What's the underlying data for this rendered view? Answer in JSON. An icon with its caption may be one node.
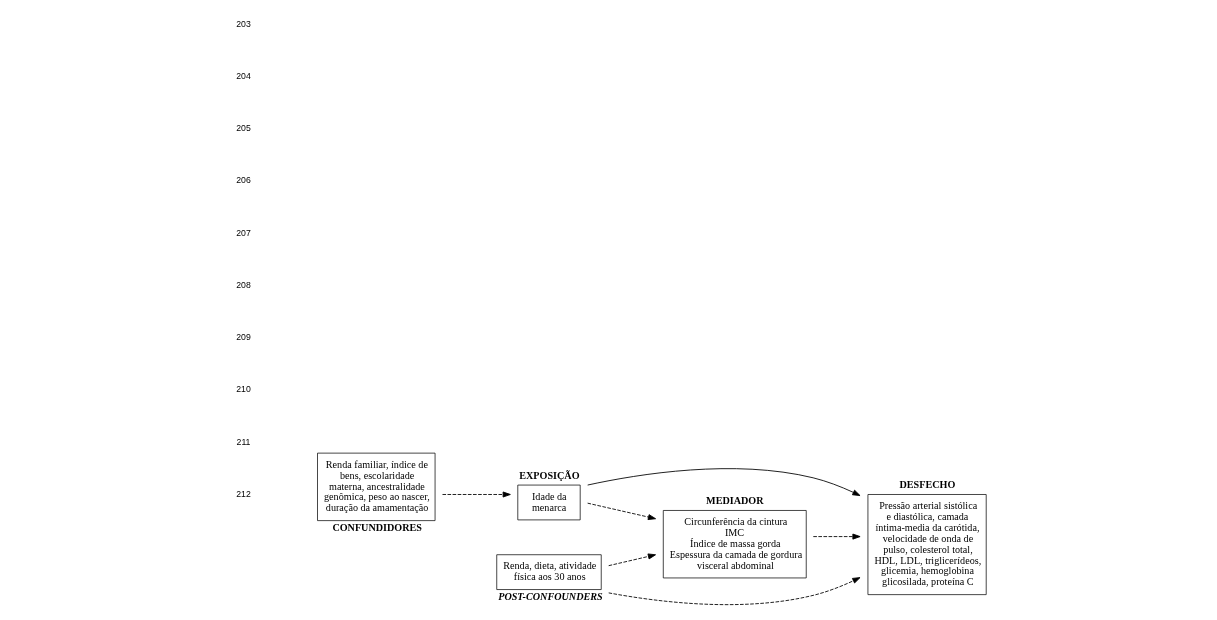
{
  "diagram": {
    "nodes": [
      {
        "text": [
          "EXPOSIÇÃO",
          "Idade da menarca"
        ]
      },
      {
        "text": [
          "DESFECHO",
          "Pressão arterial sistólica e diastólica, camada íntima-media da carótida, velocidade de onda de pulso, colesterol total, HDL, LDL, triglicerídeos, glicemia, hemoglobina glicosilada, proteína C"
        ]
      },
      {
        "text": [
          "MEDIADOR",
          "Circunferência da cintura",
          "IMC",
          "Índice de massa gorda",
          "Espessura da camada de gordura visceral abdominal"
        ]
      },
      {
        "text": [
          "Renda familiar, índice de bens, escolaridade materna, ancestralidade genômica, peso ao nascer, duração da amamentação",
          "CONFUNDIDORES"
        ]
      },
      {
        "text": [
          "Renda, dieta, atividade física aos 30 anos",
          "POST-CONFOUNDERS"
        ]
      }
    ],
    "edges": [
      {
        "from": 0,
        "to": 1,
        "arrow": "to"
      },
      {
        "from": 0,
        "to": 2,
        "arrow": "to",
        "style": "dashed"
      },
      {
        "from": 2,
        "to": 1,
        "arrow": "to",
        "style": "dashed"
      },
      {
        "from": 3,
        "to": 0,
        "arrow": "to",
        "style": "dashed"
      },
      {
        "from": 4,
        "to": 2,
        "arrow": "to",
        "style": "dashed"
      },
      {
        "from": 4,
        "to": 1,
        "arrow": "to",
        "style": "dashed"
      }
    ],
    "labels": [
      "203",
      "204",
      "205",
      "206",
      "207",
      "208",
      "209",
      "210",
      "211",
      "212"
    ]
  }
}
